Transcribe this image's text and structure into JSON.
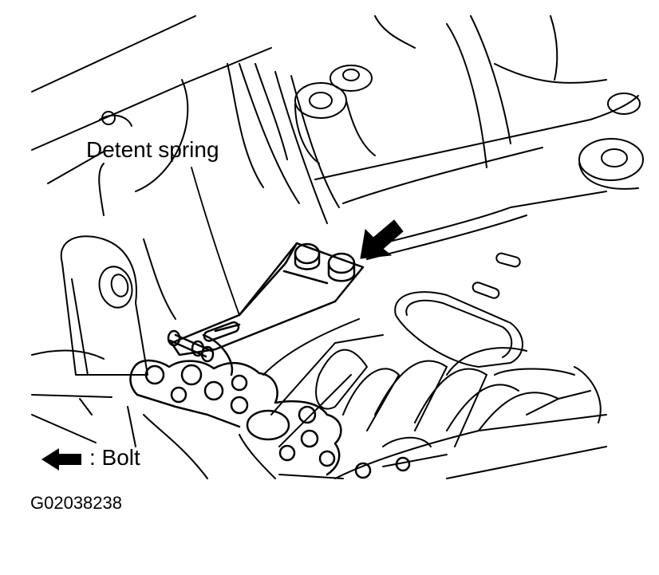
{
  "figure": {
    "callout_label": "Detent spring",
    "legend_label": ": Bolt",
    "legend_icon": "arrow-left-icon",
    "figure_code": "G02038238"
  },
  "colors": {
    "background": "#ffffff",
    "ink": "#000000"
  }
}
